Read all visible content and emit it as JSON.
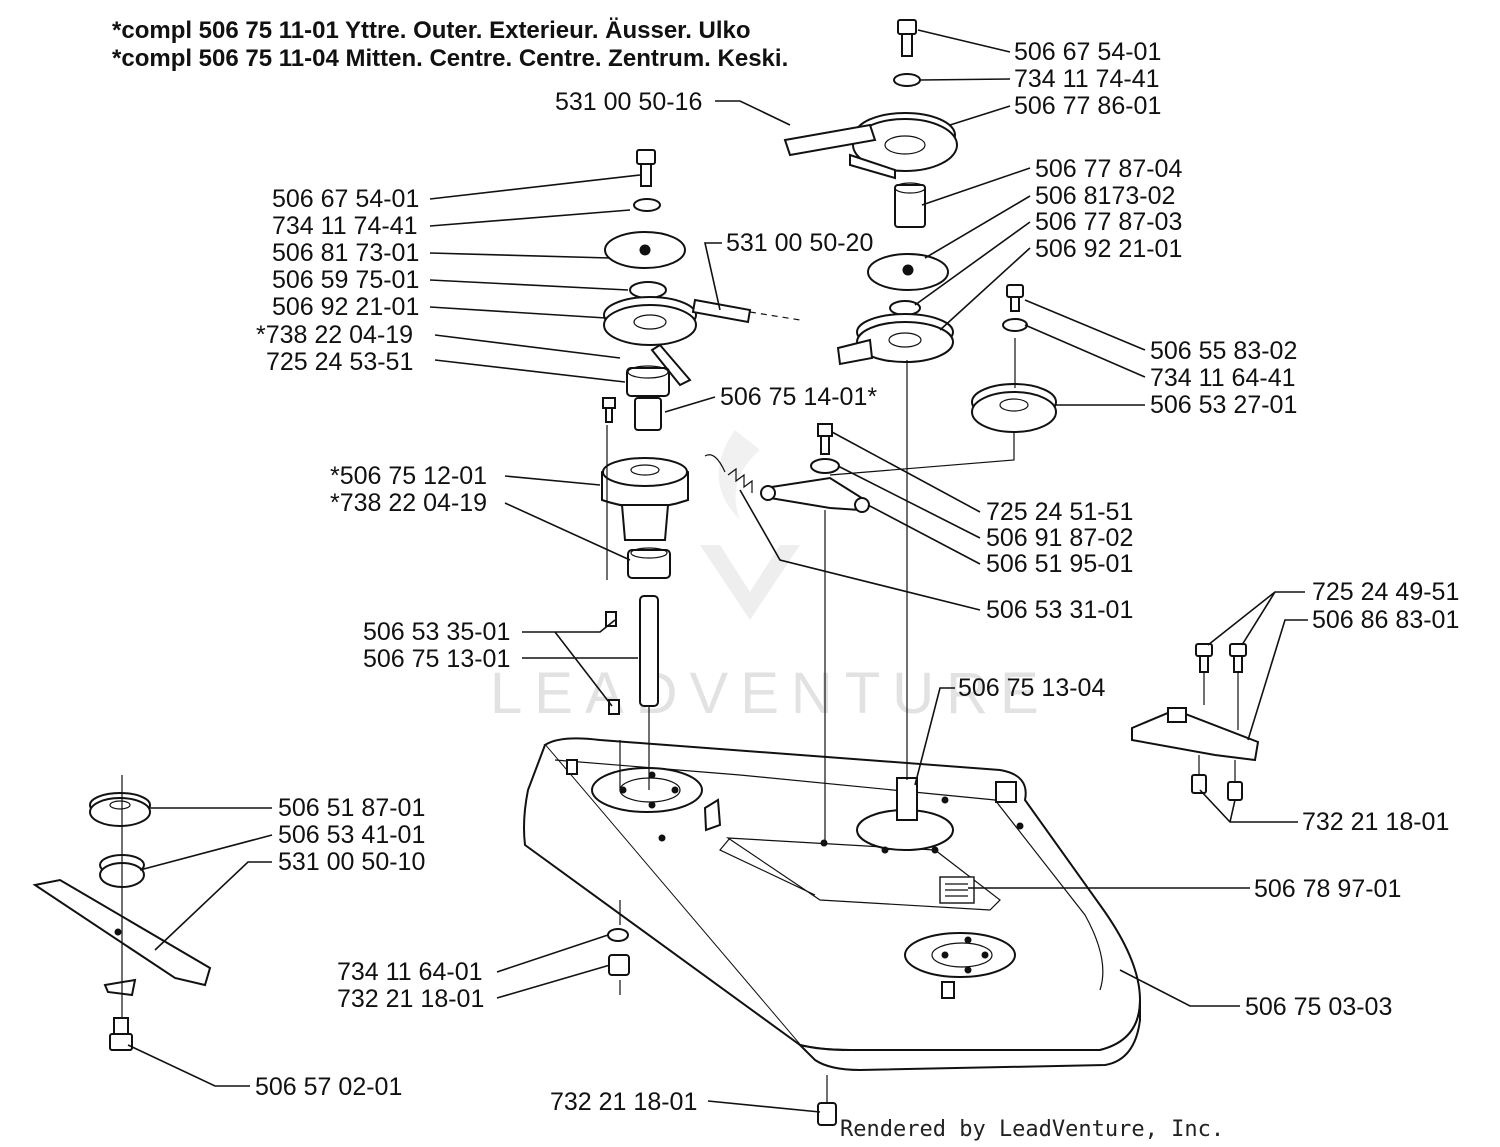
{
  "header": {
    "line1": "*compl 506 75 11-01 Yttre. Outer. Exterieur. Äusser. Ulko",
    "line2": "*compl 506 75 11-04  Mitten. Centre. Centre. Zentrum. Keski."
  },
  "labels": [
    {
      "id": "506-67-54-01-a",
      "text": "506 67 54-01"
    },
    {
      "id": "734-11-74-41-a",
      "text": "734 11 74-41"
    },
    {
      "id": "531-00-50-16",
      "text": "531 00 50-16"
    },
    {
      "id": "506-77-86-01",
      "text": "506 77 86-01"
    },
    {
      "id": "506-77-87-04",
      "text": "506 77 87-04"
    },
    {
      "id": "506-8173-02",
      "text": "506 8173-02"
    },
    {
      "id": "506-77-87-03",
      "text": "506 77 87-03"
    },
    {
      "id": "506-92-21-01-a",
      "text": "506 92 21-01"
    },
    {
      "id": "506-67-54-01-b",
      "text": "506 67 54-01"
    },
    {
      "id": "734-11-74-41-b",
      "text": "734 11 74-41"
    },
    {
      "id": "506-81-73-01",
      "text": "506 81 73-01"
    },
    {
      "id": "531-00-50-20",
      "text": "531 00 50-20"
    },
    {
      "id": "506-59-75-01",
      "text": "506 59 75-01"
    },
    {
      "id": "506-92-21-01-b",
      "text": "506 92 21-01"
    },
    {
      "id": "738-22-04-19-a",
      "text": "*738 22 04-19"
    },
    {
      "id": "725-24-53-51",
      "text": "725 24 53-51"
    },
    {
      "id": "506-55-83-02",
      "text": "506 55 83-02"
    },
    {
      "id": "734-11-64-41",
      "text": "734 11 64-41"
    },
    {
      "id": "506-53-27-01",
      "text": "506 53 27-01"
    },
    {
      "id": "506-75-14-01",
      "text": "506 75 14-01*"
    },
    {
      "id": "506-75-12-01",
      "text": "*506 75 12-01"
    },
    {
      "id": "738-22-04-19-b",
      "text": "*738 22 04-19"
    },
    {
      "id": "725-24-51-51",
      "text": "725 24 51-51"
    },
    {
      "id": "506-91-87-02",
      "text": "506 91 87-02"
    },
    {
      "id": "506-51-95-01",
      "text": "506 51 95-01"
    },
    {
      "id": "506-53-31-01",
      "text": "506 53 31-01"
    },
    {
      "id": "725-24-49-51",
      "text": "725 24 49-51"
    },
    {
      "id": "506-86-83-01",
      "text": "506 86 83-01"
    },
    {
      "id": "506-53-35-01",
      "text": "506 53 35-01"
    },
    {
      "id": "506-75-13-01",
      "text": "506 75 13-01"
    },
    {
      "id": "506-75-13-04",
      "text": "506 75 13-04"
    },
    {
      "id": "732-21-18-01-a",
      "text": "732 21 18-01"
    },
    {
      "id": "506-51-87-01",
      "text": "506 51 87-01"
    },
    {
      "id": "506-53-41-01",
      "text": "506 53 41-01"
    },
    {
      "id": "531-00-50-10",
      "text": "531 00 50-10"
    },
    {
      "id": "506-78-97-01",
      "text": "506 78 97-01"
    },
    {
      "id": "734-11-64-01",
      "text": "734 11 64-01"
    },
    {
      "id": "732-21-18-01-b",
      "text": "732 21 18-01"
    },
    {
      "id": "506-75-03-03",
      "text": "506 75 03-03"
    },
    {
      "id": "506-57-02-01",
      "text": "506 57 02-01"
    },
    {
      "id": "732-21-18-01-c",
      "text": "732 21 18-01"
    }
  ],
  "watermark": "LEADVENTURE",
  "footer": "Rendered by LeadVenture, Inc."
}
